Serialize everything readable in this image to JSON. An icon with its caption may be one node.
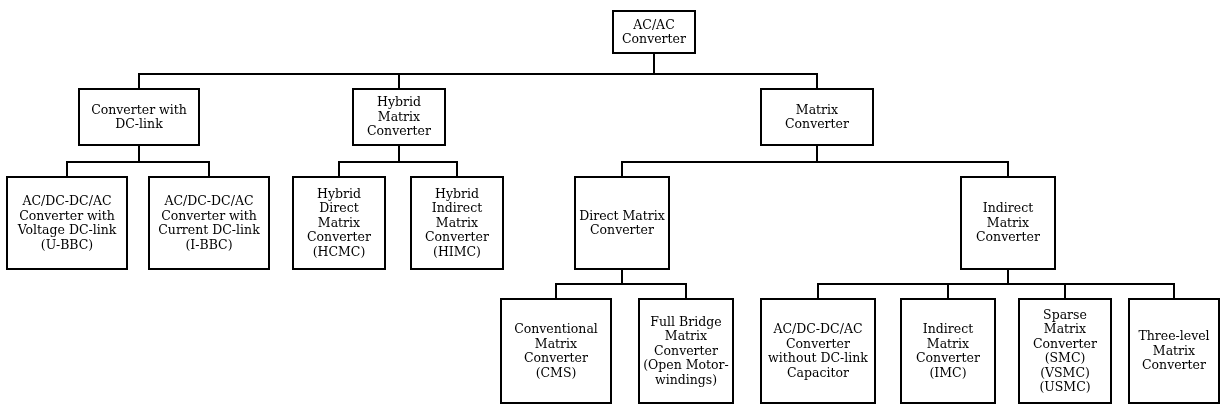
{
  "diagram": {
    "nodes": [
      {
        "text": [
          "AC/AC Converter"
        ]
      },
      {
        "text": [
          "Converter with DC-link"
        ]
      },
      {
        "text": [
          "Hybrid Matrix Converter"
        ]
      },
      {
        "text": [
          "Matrix Converter"
        ]
      },
      {
        "text": [
          "AC/DC-DC/AC Converter with Voltage DC-link (U-BBC)"
        ]
      },
      {
        "text": [
          "AC/DC-DC/AC Converter with Current DC-link (I-BBC)"
        ]
      },
      {
        "text": [
          "Hybrid Direct Matrix Converter (HCMC)"
        ]
      },
      {
        "text": [
          "Hybrid Indirect Matrix Converter (HIMC)"
        ]
      },
      {
        "text": [
          "Direct Matrix Converter"
        ]
      },
      {
        "text": [
          "Indirect Matrix Converter"
        ]
      },
      {
        "text": [
          "Conventional Matrix Converter (CMS)"
        ]
      },
      {
        "text": [
          "Full Bridge Matrix Converter (Open Motor-windings)"
        ]
      },
      {
        "text": [
          "AC/DC-DC/AC Converter without DC-link Capacitor"
        ]
      },
      {
        "text": [
          "Indirect Matrix Converter (IMC)"
        ]
      },
      {
        "text": [
          "Sparse Matrix Converter (SMC) (VSMC) (USMC)"
        ]
      },
      {
        "text": [
          "Three-level Matrix Converter"
        ]
      }
    ],
    "edges": [
      {
        "from": 0,
        "to": 1,
        "arrow": "none"
      },
      {
        "from": 0,
        "to": 2,
        "arrow": "none"
      },
      {
        "from": 0,
        "to": 3,
        "arrow": "none"
      },
      {
        "from": 1,
        "to": 4,
        "arrow": "none"
      },
      {
        "from": 1,
        "to": 5,
        "arrow": "none"
      },
      {
        "from": 2,
        "to": 6,
        "arrow": "none"
      },
      {
        "from": 2,
        "to": 7,
        "arrow": "none"
      },
      {
        "from": 3,
        "to": 8,
        "arrow": "none"
      },
      {
        "from": 3,
        "to": 9,
        "arrow": "none"
      },
      {
        "from": 8,
        "to": 10,
        "arrow": "none"
      },
      {
        "from": 8,
        "to": 11,
        "arrow": "none"
      },
      {
        "from": 9,
        "to": 12,
        "arrow": "none"
      },
      {
        "from": 9,
        "to": 13,
        "arrow": "none"
      },
      {
        "from": 9,
        "to": 14,
        "arrow": "none"
      },
      {
        "from": 9,
        "to": 15,
        "arrow": "none"
      }
    ]
  }
}
